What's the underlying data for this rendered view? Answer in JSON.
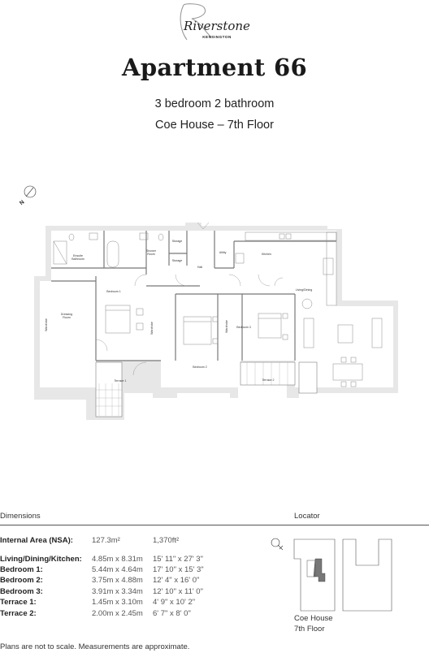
{
  "brand": {
    "script_name": "Riverstone",
    "sub_name": "KENSINGTON"
  },
  "title": "Apartment 66",
  "subtitle_1": "3 bedroom 2 bathroom",
  "subtitle_2": "Coe House – 7th Floor",
  "floorplan": {
    "compass_label": "N",
    "rooms": {
      "ensuite": "Ensuite\nBathroom",
      "shower": "Shower\nRoom",
      "storage1": "Storage",
      "storage2": "Storage",
      "utility": "Utility",
      "kitchen": "Kitchen",
      "hall": "Hall",
      "living": "Living/Dining",
      "dressing": "Dressing\nRoom",
      "wardrobe1": "Wardrobe",
      "wardrobe2": "Wardrobe",
      "wardrobe3": "Wardrobe",
      "bedroom1": "Bedroom 1",
      "bedroom2": "Bedroom 2",
      "bedroom3": "Bedroom 3",
      "terrace1": "Terrace 1",
      "terrace2": "Terrace 2"
    }
  },
  "dimensions": {
    "heading": "Dimensions",
    "internal_area": {
      "label": "Internal Area (NSA):",
      "metric": "127.3m²",
      "imperial": "1,370ft²"
    },
    "rooms": [
      {
        "label": "Living/Dining/Kitchen:",
        "metric": "4.85m x 8.31m",
        "imperial": "15' 11\" x 27' 3\""
      },
      {
        "label": "Bedroom 1:",
        "metric": "5.44m x 4.64m",
        "imperial": "17' 10\" x 15' 3\""
      },
      {
        "label": "Bedroom 2:",
        "metric": "3.75m x 4.88m",
        "imperial": "12' 4\" x 16' 0\""
      },
      {
        "label": "Bedroom 3:",
        "metric": "3.91m x 3.34m",
        "imperial": "12' 10\" x 11' 0\""
      },
      {
        "label": "Terrace 1:",
        "metric": "1.45m x 3.10m",
        "imperial": "4' 9\" x 10' 2\""
      },
      {
        "label": "Terrace 2:",
        "metric": "2.00m x 2.45m",
        "imperial": "6' 7\" x 8' 0\""
      }
    ]
  },
  "locator": {
    "heading": "Locator",
    "building": "Coe House",
    "floor": "7th Floor"
  },
  "footnote": "Plans are not to scale. Measurements are approximate."
}
